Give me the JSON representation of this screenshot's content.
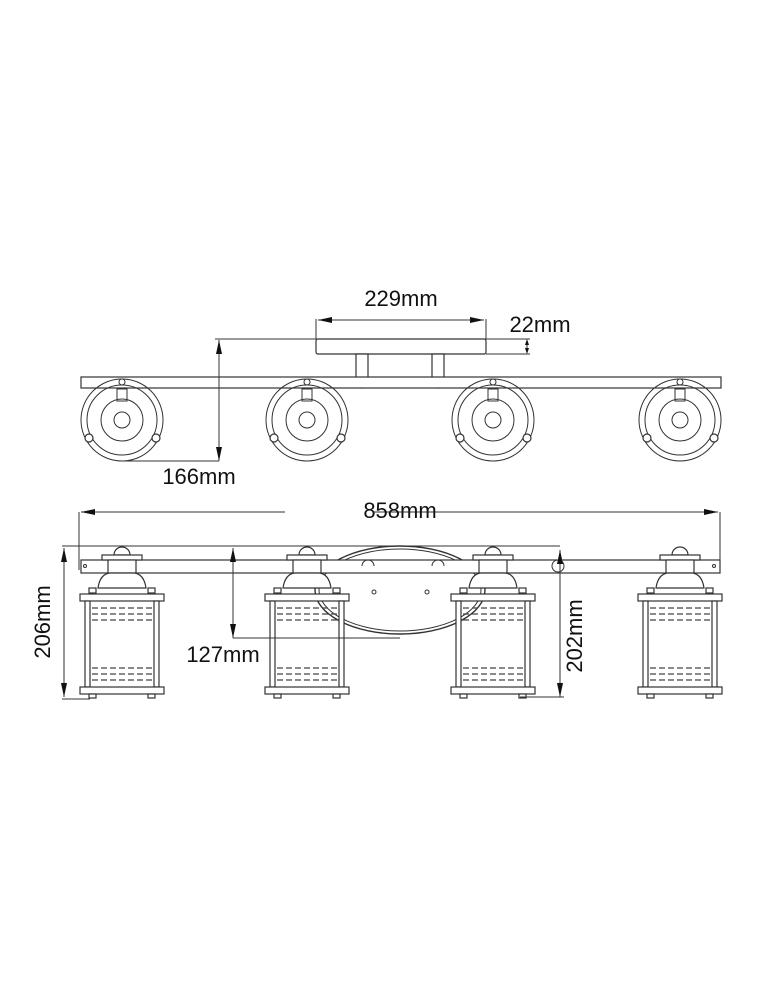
{
  "drawing": {
    "title": "Four-light lantern vanity fixture – dimension drawing",
    "views": [
      {
        "name": "top-view",
        "description": "Plan view showing backplate and four round lamp mounts"
      },
      {
        "name": "front-view",
        "description": "Elevation showing four lanterns on bar with oval backplate"
      }
    ],
    "dimensions": {
      "backplate_width": "229mm",
      "backplate_depth": "22mm",
      "projection": "166mm",
      "overall_width": "858mm",
      "overall_height": "206mm",
      "backplate_height": "127mm",
      "lantern_height": "202mm"
    },
    "colors": {
      "line": "#333333",
      "text": "#111111",
      "background": "#ffffff"
    }
  }
}
